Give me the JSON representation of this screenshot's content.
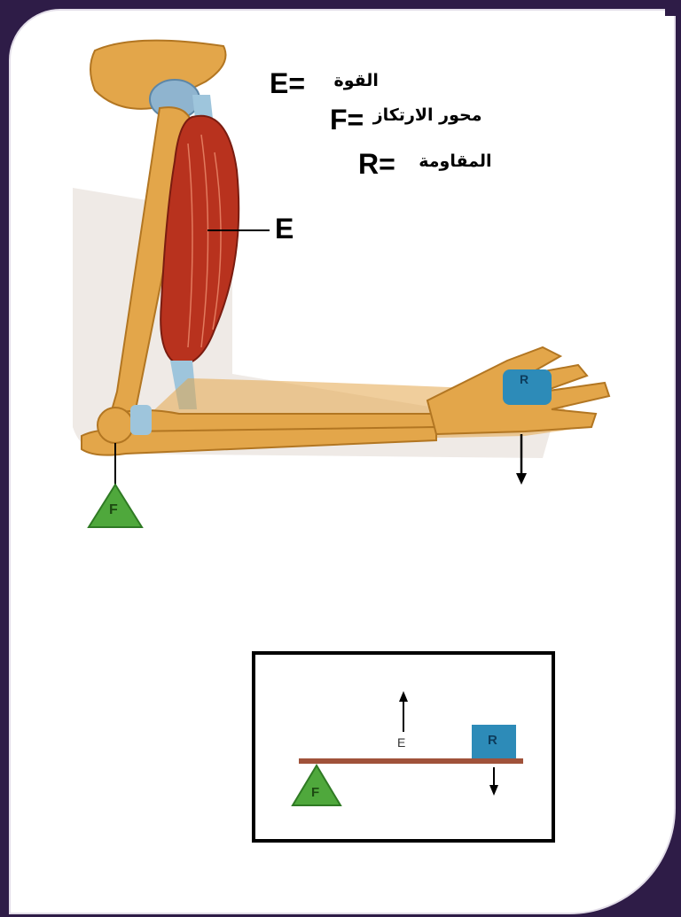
{
  "legend": {
    "effort_symbol": "E=",
    "effort_text": "القوة",
    "fulcrum_symbol": "F=",
    "fulcrum_text": "محور الارتكاز",
    "resistance_symbol": "R=",
    "resistance_text": "المقاومة"
  },
  "arm_diagram": {
    "effort_label": "E",
    "fulcrum_label": "F",
    "resistance_label": "R"
  },
  "lever_diagram": {
    "effort_label": "E",
    "fulcrum_label": "F",
    "resistance_label": "R"
  },
  "colors": {
    "background": "#2e1c47",
    "bone": "#e3a64a",
    "muscle": "#b8321e",
    "fulcrum_green": "#4fa83c",
    "resistance_blue": "#2d8bb8",
    "lever_bar": "#a0523a"
  }
}
